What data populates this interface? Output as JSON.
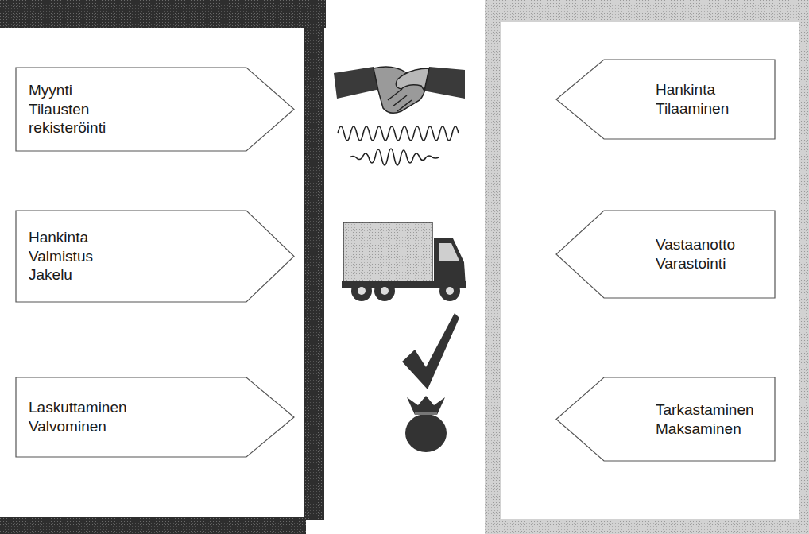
{
  "diagram": {
    "nodes": [
      {
        "text": [
          "Myynti Tilausten rekisteröinti"
        ]
      },
      {
        "text": [
          "Hankinta Valmistus Jakelu"
        ]
      },
      {
        "text": [
          "Laskuttaminen Valvominen"
        ]
      },
      {
        "text": [
          "Hankinta Tilaaminen"
        ]
      },
      {
        "text": [
          "Vastaanotto Varastointi"
        ]
      },
      {
        "text": [
          "Tarkastaminen Maksaminen"
        ]
      }
    ]
  }
}
